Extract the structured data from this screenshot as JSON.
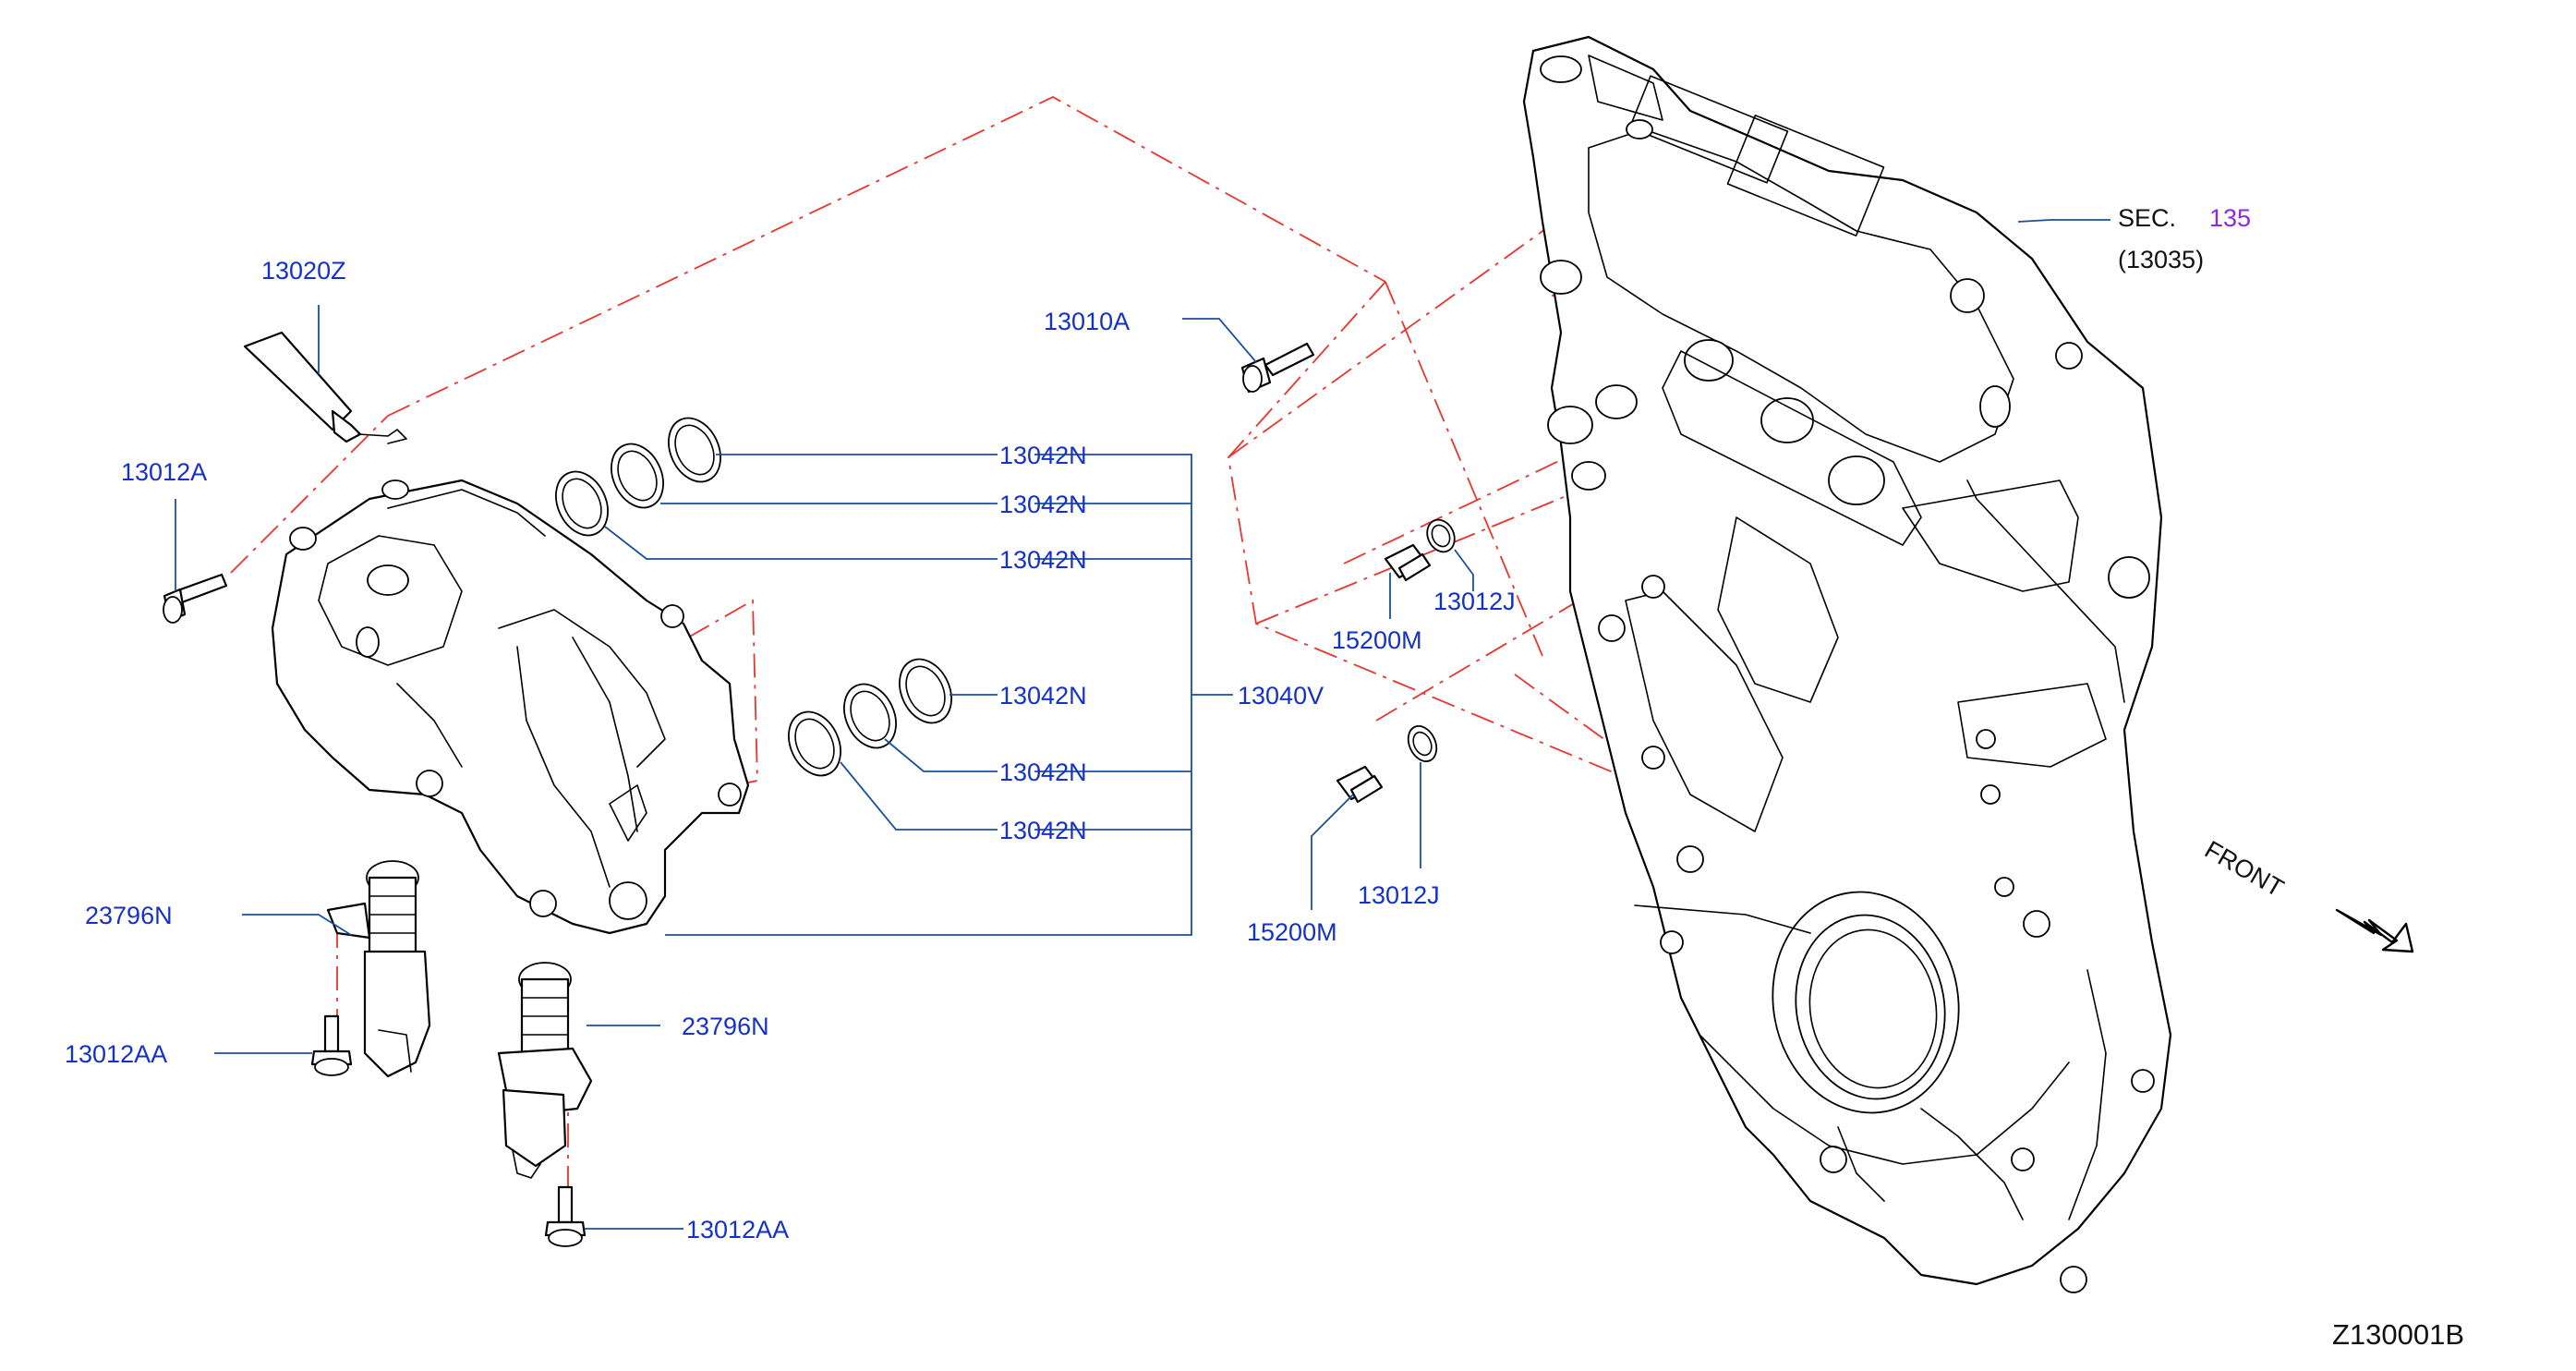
{
  "colors": {
    "callout_text": "#1431c8",
    "leader_line": "#1a4fa0",
    "alignment_line": "#e8352e",
    "section_ref": "#8a2be2",
    "drawing_line": "#000000"
  },
  "callouts": {
    "c13020Z": "13020Z",
    "c13012A": "13012A",
    "c13010A": "13010A",
    "c13042N_1": "13042N",
    "c13042N_2": "13042N",
    "c13042N_3": "13042N",
    "c13042N_4": "13042N",
    "c13042N_5": "13042N",
    "c13042N_6": "13042N",
    "c13040V": "13040V",
    "c13012J_upper": "13012J",
    "c13012J_lower": "13012J",
    "c15200M_upper": "15200M",
    "c15200M_lower": "15200M",
    "c23796N_left": "23796N",
    "c23796N_right": "23796N",
    "c13012AA_left": "13012AA",
    "c13012AA_right": "13012AA"
  },
  "section_ref": {
    "prefix": "SEC.",
    "number": "135",
    "sub": "(13035)"
  },
  "front_label": "FRONT",
  "diagram_id": "Z130001B"
}
